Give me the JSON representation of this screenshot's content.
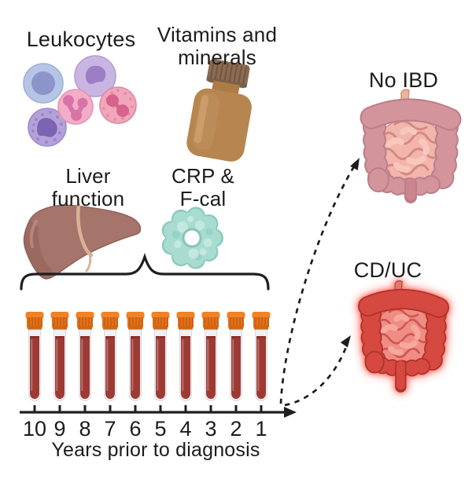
{
  "panels": {
    "leukocytes": {
      "label": "Leukocytes"
    },
    "vitamins": {
      "label_line1": "Vitamins and",
      "label_line2": "minerals"
    },
    "liver": {
      "label_line1": "Liver",
      "label_line2": "function"
    },
    "crp": {
      "label_line1": "CRP &",
      "label_line2": "F-cal"
    }
  },
  "outcomes": {
    "no_ibd": {
      "label": "No IBD"
    },
    "cd_uc": {
      "label": "CD/UC"
    }
  },
  "timeline": {
    "ticks": [
      "10",
      "9",
      "8",
      "7",
      "6",
      "5",
      "4",
      "3",
      "2",
      "1"
    ],
    "caption": "Years prior to diagnosis",
    "tube_count": 10
  },
  "icons": [
    "leukocyte-cells-icon",
    "vitamin-bottle-icon",
    "liver-icon",
    "crp-protein-icon",
    "blood-tube-icon",
    "brace",
    "timeline-axis-arrow",
    "dashed-arrow",
    "healthy-intestine-icon",
    "inflamed-intestine-icon"
  ],
  "colors": {
    "text": "#1c1c1c",
    "line": "#1f1f1f",
    "tube_cap_orange": "#e8721c",
    "blood_red": "#9e3a34",
    "bottle_brown": "#b78550",
    "bottle_cap_brown": "#8a6b53",
    "liver_brown": "#a5746b",
    "crp_teal": "#a8dcd1",
    "healthy_colon_pink": "#d4949c",
    "healthy_small_intestine": "#f2b4ab",
    "inflamed_colon_red": "#d5483f",
    "inflamed_small_intestine": "#ef8d85",
    "inflammation_glow": "#ff6a5e",
    "lymphocyte": "#b6c5e5",
    "monocyte": "#c9b5e1",
    "neutrophil": "#f3adc8",
    "eosinophil": "#f1a6ba",
    "basophil": "#b5a1d9"
  }
}
